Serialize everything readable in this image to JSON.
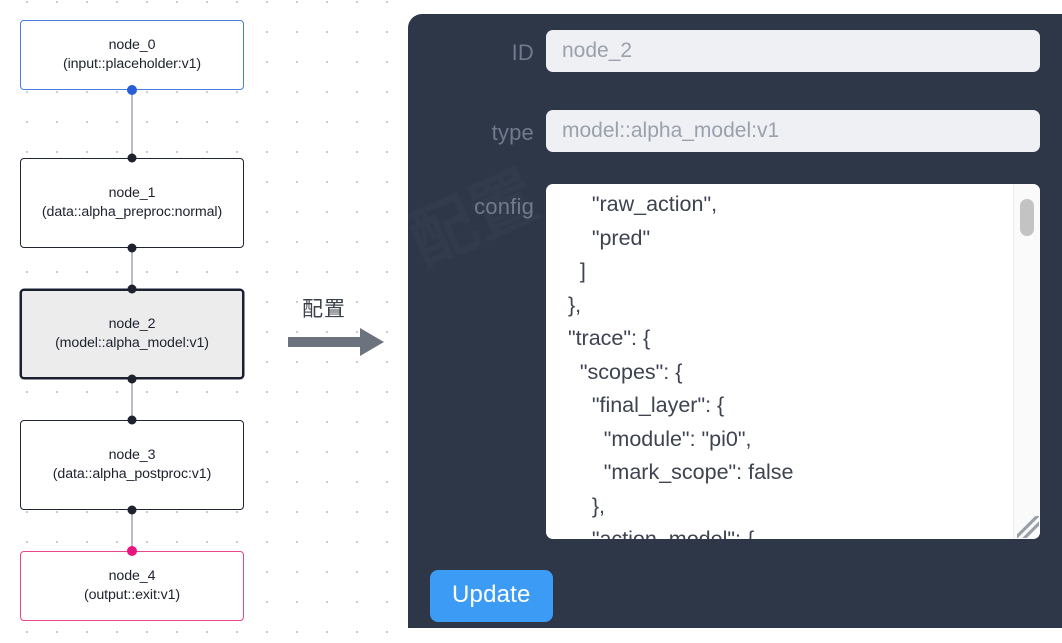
{
  "canvas": {
    "nodes": [
      {
        "id": "node_0",
        "type": "(input::placeholder:v1)",
        "variant": "input",
        "selected": false
      },
      {
        "id": "node_1",
        "type": "(data::alpha_preproc:normal)",
        "variant": "default",
        "selected": false
      },
      {
        "id": "node_2",
        "type": "(model::alpha_model:v1)",
        "variant": "default",
        "selected": true
      },
      {
        "id": "node_3",
        "type": "(data::alpha_postproc:v1)",
        "variant": "default",
        "selected": false
      },
      {
        "id": "node_4",
        "type": "(output::exit:v1)",
        "variant": "output",
        "selected": false
      }
    ],
    "node_labels": {
      "n0_line1": "node_0",
      "n0_line2": "(input::placeholder:v1)",
      "n1_line1": "node_1",
      "n1_line2": "(data::alpha_preproc:normal)",
      "n2_line1": "node_2",
      "n2_line2": "(model::alpha_model:v1)",
      "n3_line1": "node_3",
      "n3_line2": "(data::alpha_postproc:v1)",
      "n4_line1": "node_4",
      "n4_line2": "(output::exit:v1)"
    },
    "colors": {
      "input_border": "#4a7fd9",
      "output_border": "#e8458f",
      "default_border": "#1f2535",
      "selected_fill": "#ececec",
      "edge": "#b8bcc4",
      "handle": "#1d222e",
      "handle_input": "#2a5ed8",
      "handle_output": "#e8147f",
      "grid_dot": "#c9ccd2"
    }
  },
  "arrow": {
    "label": "配置",
    "color": "#6d737e"
  },
  "panel": {
    "background": "#2d3748",
    "watermark": "配置",
    "fields": {
      "id": {
        "label": "ID",
        "value": "node_2",
        "placeholder": "node_2"
      },
      "type": {
        "label": "type",
        "value": "model::alpha_model:v1",
        "placeholder": "model::alpha_model:v1"
      },
      "config": {
        "label": "config",
        "value": "      \"raw_action\",\n      \"pred\"\n    ]\n  },\n  \"trace\": {\n    \"scopes\": {\n      \"final_layer\": {\n        \"module\": \"pi0\",\n        \"mark_scope\": false\n      },\n      \"action_model\": {"
      }
    },
    "update_button": {
      "label": "Update",
      "color": "#3c9bf5"
    },
    "scrollbar": {
      "thumb_color": "#c3c3c3"
    }
  }
}
